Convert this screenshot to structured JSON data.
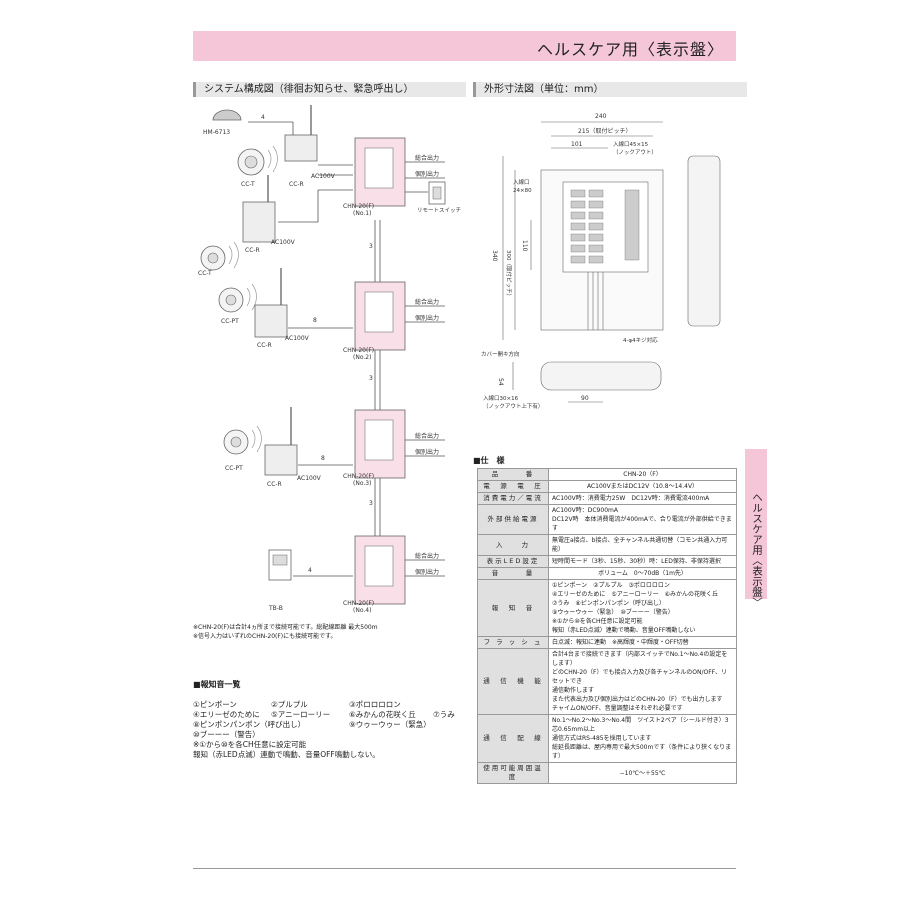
{
  "banner": {
    "title": "ヘルスケア用〈表示盤〉",
    "color": "#f5c6d8"
  },
  "side_tab": {
    "text": "ヘルスケア用〈表示盤〉"
  },
  "left_section": {
    "title": "システム構成図（徘徊お知らせ、緊急呼出し）"
  },
  "right_section": {
    "title": "外形寸法図（単位：mm）"
  },
  "system": {
    "hm": "HM-6713",
    "cct": "CC-T",
    "ccr": "CC-R",
    "ccpt": "CC-PT",
    "ac100v": "AC100V",
    "chn1": "CHN-20(F)",
    "no1": "(No.1)",
    "no2": "(No.2)",
    "no3": "(No.3)",
    "no4": "(No.4)",
    "sogo": "総合出力",
    "kobetsu": "個別出力",
    "remote": "リモートスイッチ",
    "tbb": "TB-B",
    "n4": "4",
    "n8": "8",
    "n3": "3"
  },
  "notes": [
    "※CHN-20(F)は合計4ヵ所まで接続可能です。総配線距離 最大500m",
    "※信号入力はいずれのCHN-20(F)にも接続可能です。"
  ],
  "sound_list": {
    "title": "■報知音一覧",
    "rows": [
      [
        "①ピンポーン",
        "②プルプル",
        "③ポロロロロン"
      ],
      [
        "④エリーゼのために",
        "⑤アニーローリー",
        "⑥みかんの花咲く丘",
        "⑦うみ"
      ],
      [
        "⑧ピンポンパンポン（呼び出し）",
        "",
        "⑨ウゥーウゥー（緊急）"
      ],
      [
        "⑩ブーーー（警告）"
      ]
    ],
    "footer1": "※①から⑩を各CH任意に設定可能",
    "footer2": "報知（赤LED点滅）連動で鳴動、音量OFF鳴動しない。"
  },
  "dims": {
    "d240": "240",
    "d215": "215（取付ピッチ）",
    "d101": "101",
    "knock": "入線口45×15",
    "knock2": "（ノックアウト）",
    "in24": "入線口",
    "in24b": "24×80",
    "d340": "340",
    "d300": "300（取付ピッチ）",
    "d110": "110",
    "hole": "4-φ4キジ対応",
    "cover": "カバー開キ方向",
    "d54": "54",
    "d90": "90",
    "in30": "入線口30×16",
    "in30b": "（ノックアウト上下有）"
  },
  "spec": {
    "title": "■仕　様",
    "rows": [
      {
        "label": "品　　　番",
        "value": "CHN-20（F）"
      },
      {
        "label": "電　源　電　圧",
        "value": "AC100VまたはDC12V（10.8〜14.4V）"
      },
      {
        "label": "消費電力／電流",
        "value": "AC100V時：消費電力25W　DC12V時：消費電流400mA"
      },
      {
        "label": "外部供給電源",
        "value": "AC100V時：DC900mA\nDC12V時　本体消費電流が400mAで、合り電流が外部供給できます"
      },
      {
        "label": "入　　力",
        "value": "無電圧a接点、b接点、全チャンネル共通切替（コモン共通入力可能）"
      },
      {
        "label": "表示LED設定",
        "value": "短時間モード（3秒、15秒、30秒）時：LED保持、非保持選択"
      },
      {
        "label": "音　　　量",
        "value": "ボリューム　0〜70dB（1m先）"
      },
      {
        "label": "報　知　音",
        "value": "①ピンポーン　②プルプル　③ポロロロロン\n④エリーゼのために　⑤アニーローリー　⑥みかんの花咲く丘\n⑦うみ　⑧ピンポンパンポン（呼び出し）\n⑨ウゥーウゥー（緊急）　⑩ブーーー（警告）\n※①から⑩を各CH任意に設定可能\n報知（赤LED点滅）連動で鳴動、音量OFF鳴動しない"
      },
      {
        "label": "フ ラ ッ シ ュ",
        "value": "白点滅：報知に連動　※高輝度・中輝度・OFF切替"
      },
      {
        "label": "通　信　機　能",
        "value": "合計4台まで接続できます（内部スイッチでNo.1〜No.4の設定をします）\nどのCHN-20（F）でも接点入力及び各チャンネルのON/OFF、リセットでき\n通信動作します\nまた代表出力及び個別出力はどのCHN-20（F）でも出力します\nチャイムON/OFF、音量調整はそれぞれ必要です"
      },
      {
        "label": "通　信　配　線",
        "value": "No.1〜No.2〜No.3〜No.4間　ツイスト2ペア（シールド付き）3芯0.65mm以上\n通信方式はRS-485を採用しています\n総延長距離は、屋内専用で最大500mです（条件により狭くなります）"
      },
      {
        "label": "使用可能周囲温度",
        "value": "−10℃〜＋55℃"
      }
    ]
  }
}
